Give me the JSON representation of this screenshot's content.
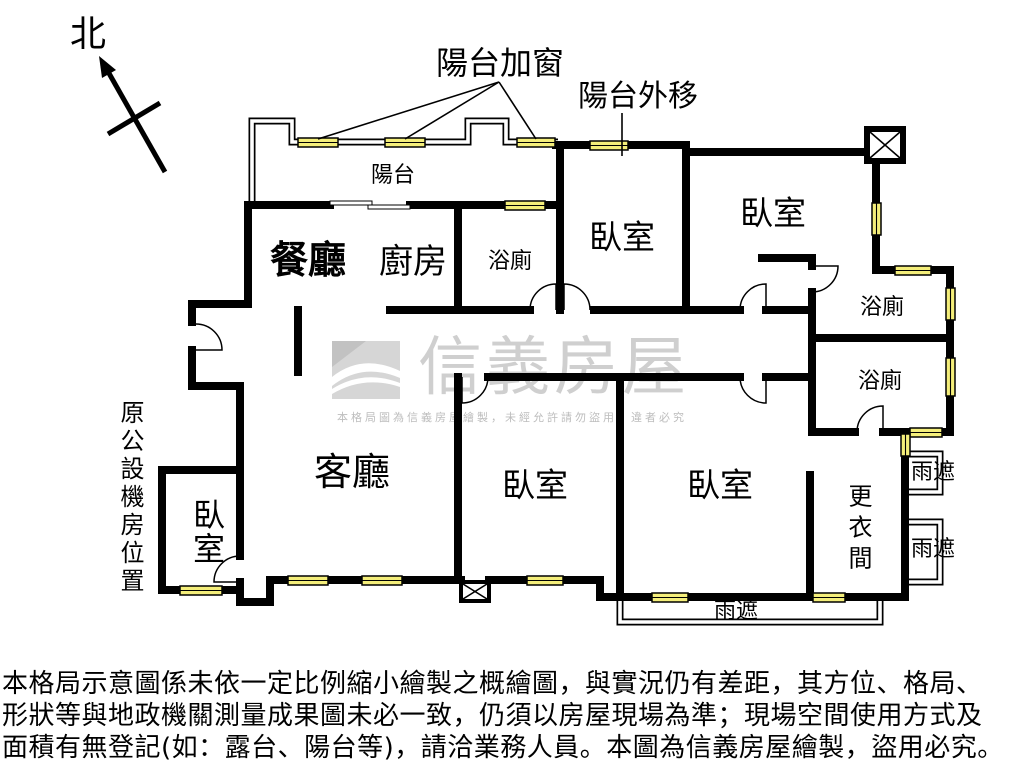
{
  "compass": {
    "north_label": "北",
    "icon": "north-arrow-icon"
  },
  "annotations": {
    "balcony_windows": "陽台加窗",
    "balcony_moved_out": "陽台外移",
    "original_machine_room": "原公設機房位置"
  },
  "rooms": {
    "balcony": "陽台",
    "dining": "餐廳",
    "kitchen": "廚房",
    "bath_north": "浴廁",
    "bedroom_north_middle": "臥室",
    "bedroom_north_east": "臥室",
    "bath_east_upper": "浴廁",
    "bath_east_lower": "浴廁",
    "living": "客廳",
    "bedroom_west_small": "臥室",
    "bedroom_south_middle": "臥室",
    "bedroom_south_east": "臥室",
    "dressing": "更衣間"
  },
  "canopies": {
    "east_upper": "雨遮",
    "east_lower": "雨遮",
    "south": "雨遮"
  },
  "watermark": {
    "brand": "信義房屋",
    "notice": "本格局圖為信義房屋繪製，未經允許請勿盜用，違者必究",
    "logo_icon": "xinyi-logo-icon"
  },
  "disclaimer": [
    "本格局示意圖係未依一定比例縮小繪製之概繪圖，與實況仍有差距，其方位、格局、",
    "形狀等與地政機關測量成果圖未必一致，仍須以房屋現場為準；現場空間使用方式及",
    "面積有無登記(如：露台、陽台等)，請洽業務人員。本圖為信義房屋繪製，盜用必究。"
  ],
  "colors": {
    "wall": "#000000",
    "window_fill": "#f4ee7a",
    "watermark": "#cfcfcf",
    "background": "#ffffff"
  }
}
